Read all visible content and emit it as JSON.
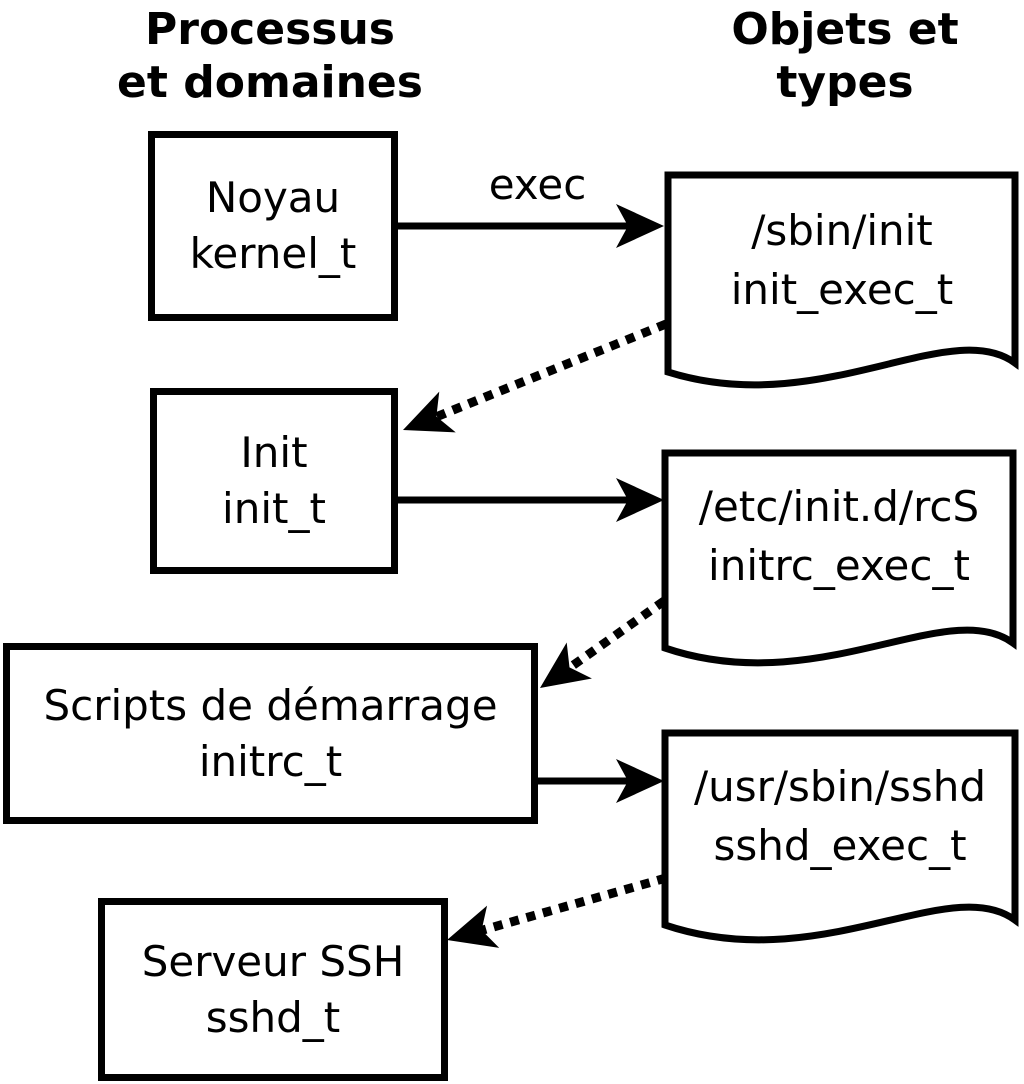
{
  "headers": {
    "left": {
      "line1": "Processus",
      "line2": "et domaines"
    },
    "right": {
      "line1": "Objets et",
      "line2": "types"
    }
  },
  "processes": [
    {
      "name": "Noyau",
      "type": "kernel_t"
    },
    {
      "name": "Init",
      "type": "init_t"
    },
    {
      "name": "Scripts de démarrage",
      "type": "initrc_t"
    },
    {
      "name": "Serveur SSH",
      "type": "sshd_t"
    }
  ],
  "objects": [
    {
      "path": "/sbin/init",
      "type": "init_exec_t"
    },
    {
      "path": "/etc/init.d/rcS",
      "type": "initrc_exec_t"
    },
    {
      "path": "/usr/sbin/sshd",
      "type": "sshd_exec_t"
    }
  ],
  "labels": {
    "exec": "exec"
  },
  "colors": {
    "line": "#000000",
    "background": "#ffffff",
    "text": "#000000"
  }
}
